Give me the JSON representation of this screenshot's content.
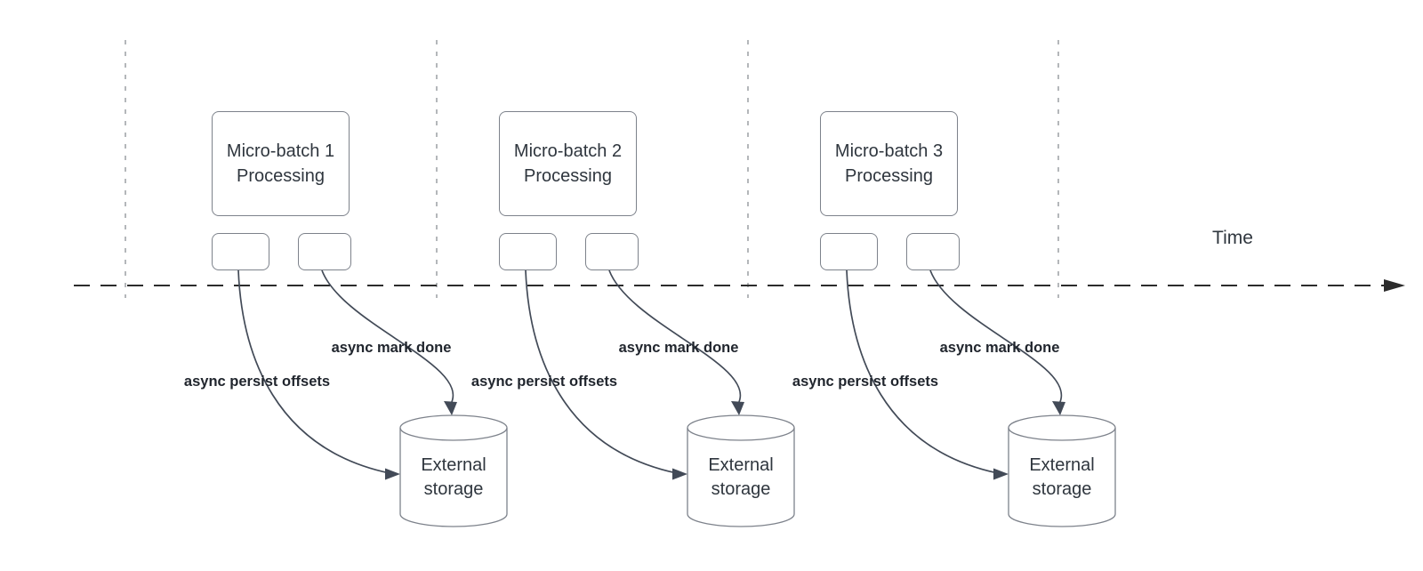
{
  "colors": {
    "text": "#2f363e",
    "label_text": "#21262e",
    "arrow_stroke": "#424a57",
    "shape_border": "#7d828b",
    "guide_line": "#b4b7ba",
    "timeline": "#2c2c2c",
    "background": "#ffffff"
  },
  "timeline": {
    "label": "Time"
  },
  "groups": [
    {
      "title_line1": "Micro-batch 1",
      "title_line2": "Processing",
      "persist_label": "async persist offsets",
      "mark_done_label": "async mark done",
      "storage_line1": "External",
      "storage_line2": "storage"
    },
    {
      "title_line1": "Micro-batch 2",
      "title_line2": "Processing",
      "persist_label": "async persist offsets",
      "mark_done_label": "async mark done",
      "storage_line1": "External",
      "storage_line2": "storage"
    },
    {
      "title_line1": "Micro-batch 3",
      "title_line2": "Processing",
      "persist_label": "async persist offsets",
      "mark_done_label": "async mark done",
      "storage_line1": "External",
      "storage_line2": "storage"
    }
  ]
}
